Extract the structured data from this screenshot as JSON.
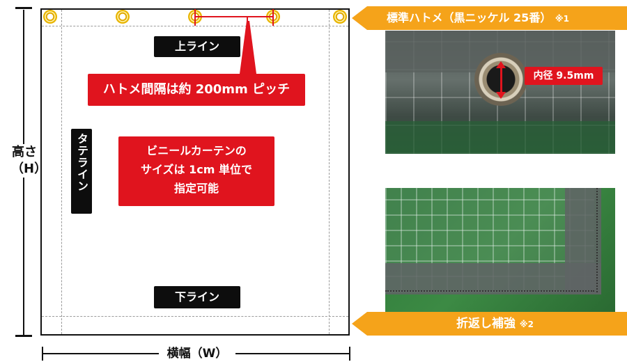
{
  "dimensions": {
    "height_label_line1": "高さ",
    "height_label_line2": "（H）",
    "width_label": "横幅（W）"
  },
  "diagram": {
    "top_line_label": "上ライン",
    "bottom_line_label": "下ライン",
    "vertical_line_label": "タテライン",
    "grommet_pitch_text": "ハトメ間隔は約 200mm ピッチ",
    "size_info_line1": "ビニールカーテンの",
    "size_info_line2": "サイズは 1cm 単位で",
    "size_info_line3": "指定可能"
  },
  "panels": {
    "grommet_title": "標準ハトメ（黒ニッケル 25番）",
    "grommet_note": "※1",
    "inner_diameter": "内径 9.5mm",
    "hem_title": "折返し補強",
    "hem_note": "※2"
  },
  "colors": {
    "accent_red": "#e0141e",
    "banner_orange": "#f5a31a",
    "label_black": "#0d0d0d",
    "grommet_gold": "#e8b400"
  }
}
